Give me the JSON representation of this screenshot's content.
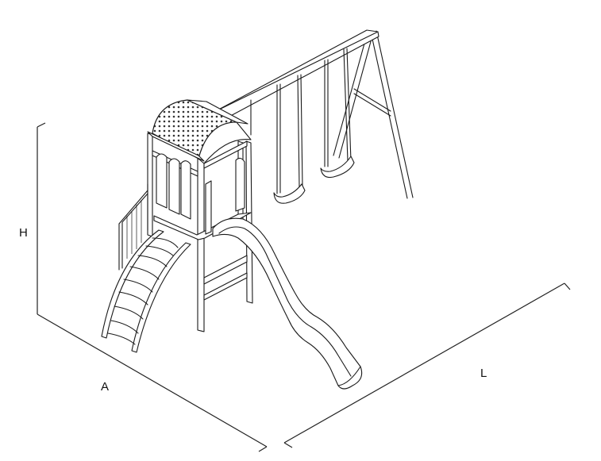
{
  "dimensions": {
    "height_label": "H",
    "width_label": "A",
    "length_label": "L"
  },
  "colors": {
    "ink": "#1a1a1a",
    "background": "#ffffff"
  }
}
